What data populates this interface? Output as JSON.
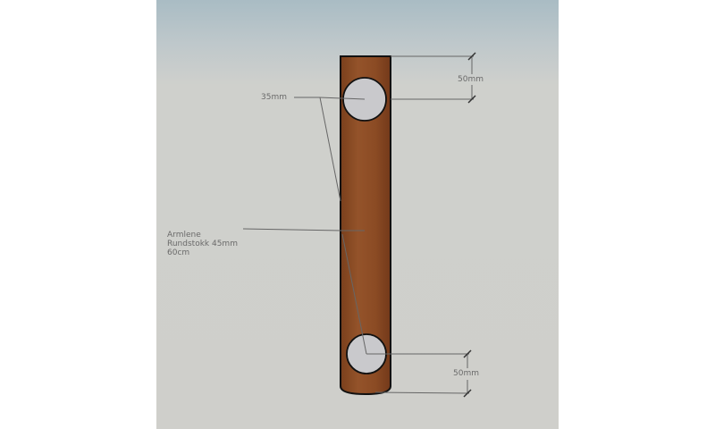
{
  "diagram": {
    "background": {
      "sky": "#a9bcc4",
      "ground": "#cfcfcb"
    },
    "pole": {
      "name": "Armlene",
      "color": "#8a4a22",
      "outline": "#111111"
    },
    "holes": [
      {
        "position": "top",
        "fill": "#c9c9cc"
      },
      {
        "position": "bottom",
        "fill": "#c9c9cc"
      }
    ],
    "labels": {
      "hole_diameter": "35mm",
      "top_offset": "50mm",
      "bottom_offset": "50mm",
      "part_line1": "Armlene",
      "part_line2": "Rundstokk 45mm",
      "part_line3": "60cm"
    }
  }
}
